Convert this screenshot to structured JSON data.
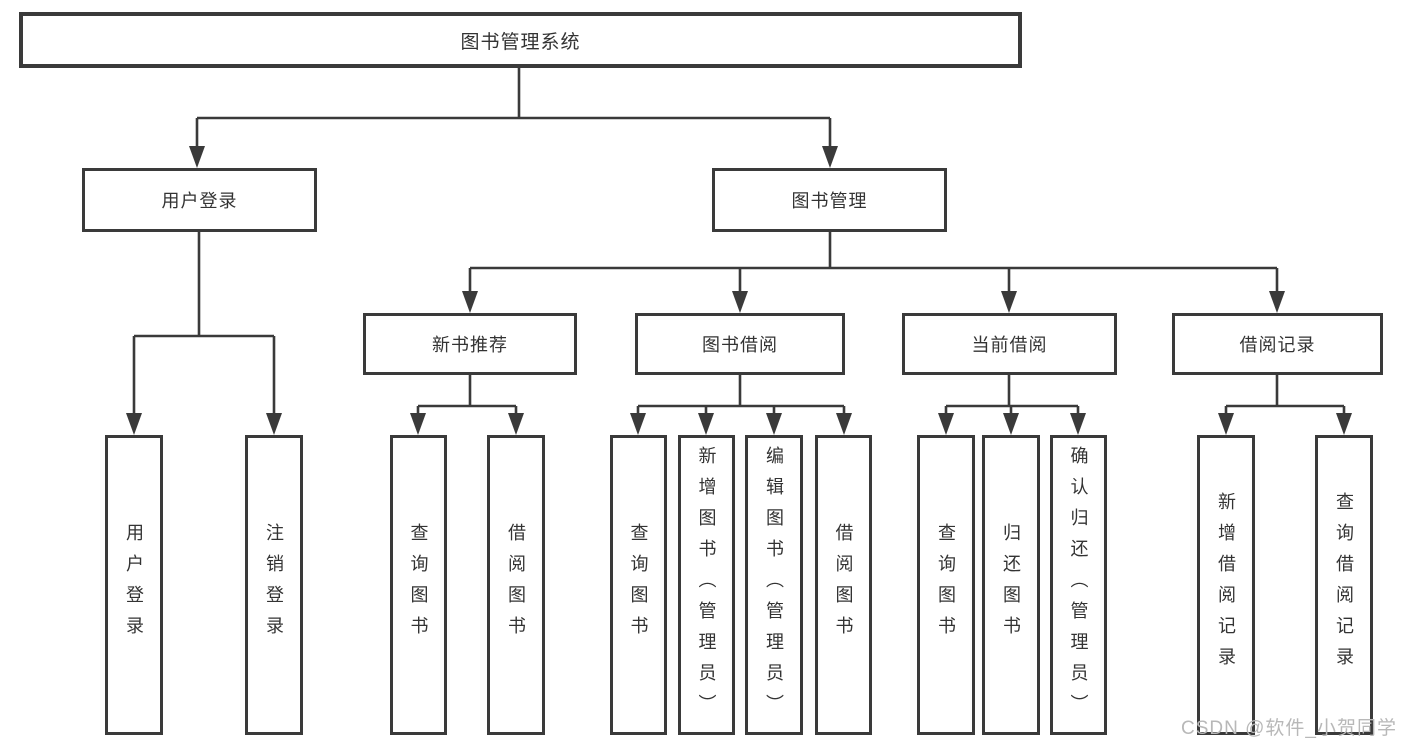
{
  "diagram": {
    "title": "图书管理系统",
    "root": {
      "label": "图书管理系统"
    },
    "level2": {
      "user_login": {
        "label": "用户登录"
      },
      "book_mgmt": {
        "label": "图书管理"
      }
    },
    "level3": {
      "new_book_rec": {
        "label": "新书推荐"
      },
      "book_borrow": {
        "label": "图书借阅"
      },
      "current_borrow": {
        "label": "当前借阅"
      },
      "borrow_records": {
        "label": "借阅记录"
      }
    },
    "leaves": {
      "user_login": [
        "用户登录",
        "注销登录"
      ],
      "new_book_rec": [
        "查询图书",
        "借阅图书"
      ],
      "book_borrow": [
        "查询图书",
        "新增图书（管理员）",
        "编辑图书（管理员）",
        "借阅图书"
      ],
      "current_borrow": [
        "查询图书",
        "归还图书",
        "确认归还（管理员）"
      ],
      "borrow_records": [
        "新增借阅记录",
        "查询借阅记录"
      ]
    }
  },
  "watermark": "CSDN @软件_小贺同学",
  "colors": {
    "line": "#3a3a3a",
    "text": "#333333",
    "watermark_text": "#b8b8b8",
    "background": "#ffffff"
  }
}
